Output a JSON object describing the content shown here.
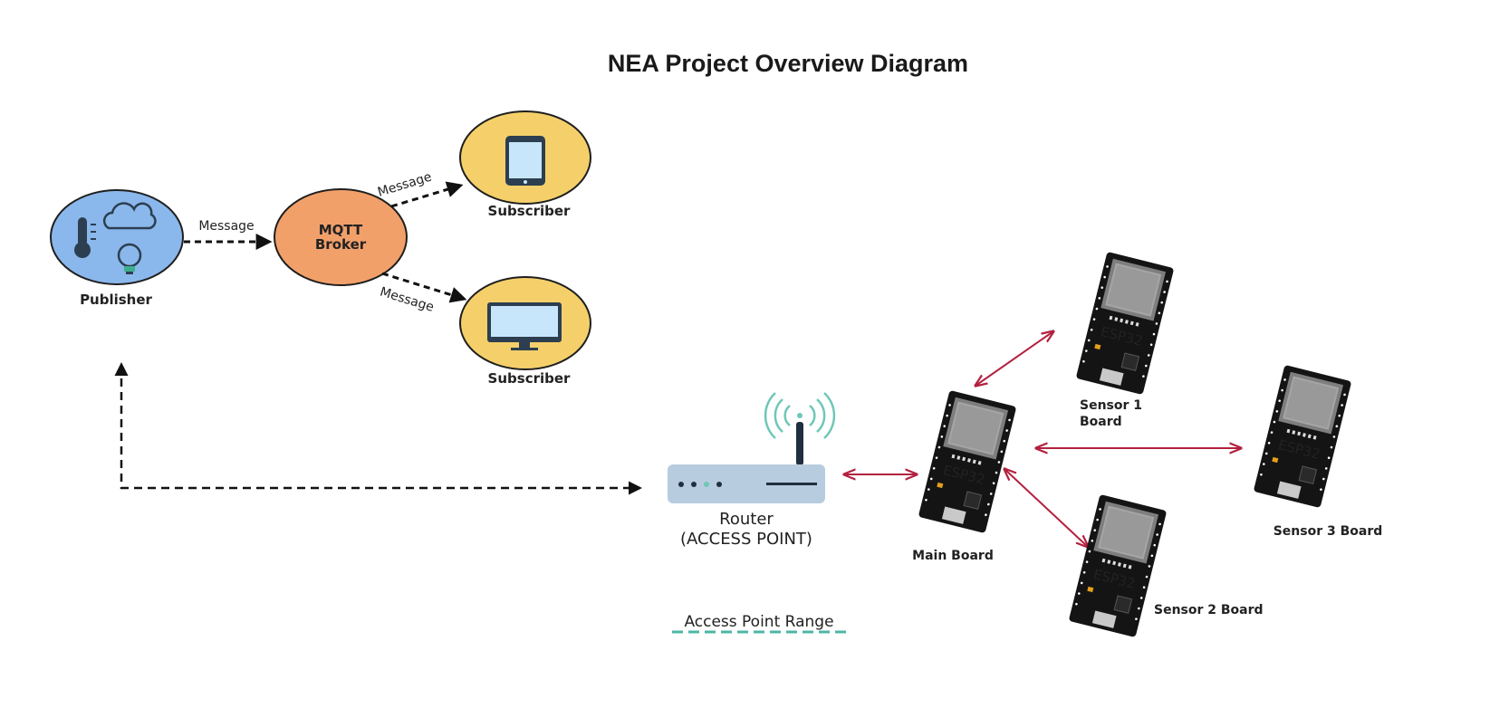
{
  "title": "NEA  Project Overview Diagram",
  "mqtt": {
    "publisher_label": "Publisher",
    "broker_line1": "MQTT",
    "broker_line2": "Broker",
    "subscriber_top_label": "Subscriber",
    "subscriber_bottom_label": "Subscriber",
    "message_to_broker": "Message",
    "message_to_top": "Message",
    "message_to_bottom": "Message"
  },
  "network": {
    "router_line1": "Router",
    "router_line2": "(ACCESS POINT)",
    "range_label": "Access Point Range",
    "main_board_label": "Main Board",
    "sensor1_line1": "Sensor 1",
    "sensor1_line2": "Board",
    "sensor2_label": "Sensor 2 Board",
    "sensor3_label": "Sensor 3 Board",
    "chip_text": "ESP32"
  },
  "colors": {
    "publisher_fill": "#8ab8ec",
    "broker_fill": "#f2a06a",
    "subscriber_fill": "#f5d06a",
    "board_link": "#b3213f",
    "range_line": "#4db6a6",
    "router_body": "#b8cce0"
  }
}
